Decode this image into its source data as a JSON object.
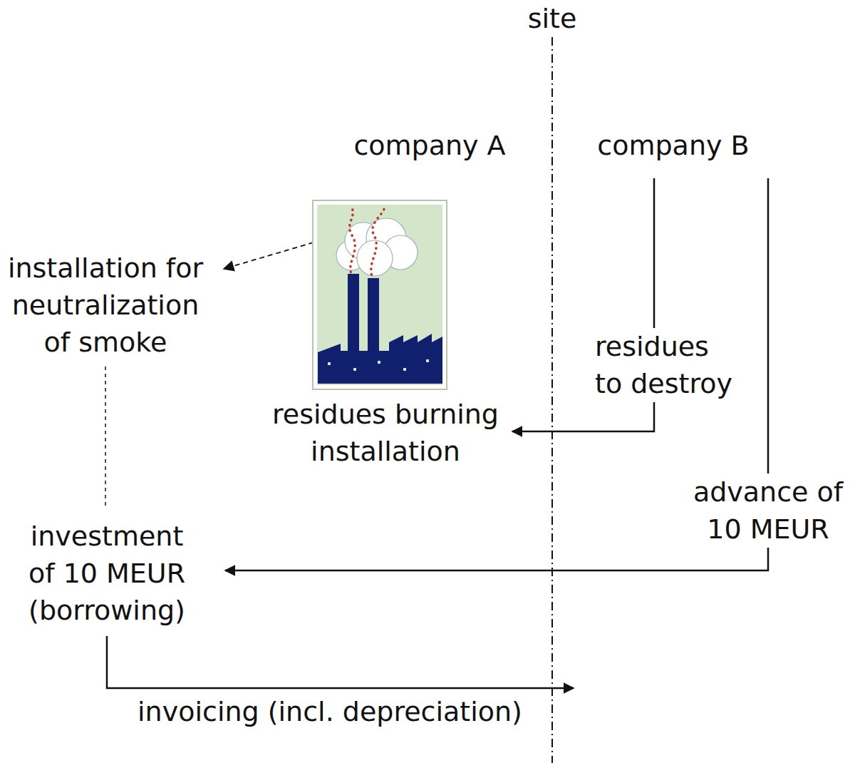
{
  "diagram": {
    "nodes": [
      {
        "text": [
          "company A",
          "company B"
        ]
      },
      {
        "text": [
          "residues burning installation"
        ]
      },
      {
        "text": [
          "installation for neutralization of smoke"
        ]
      },
      {
        "text": [
          "investment of 10 MEUR (borrowing)"
        ]
      }
    ],
    "edges": [
      {
        "from": 0,
        "to": 1,
        "arrow": "to",
        "label": "residues to destroy"
      },
      {
        "from": 1,
        "to": 2,
        "arrow": "to"
      },
      {
        "from": 0,
        "to": 3,
        "arrow": "to",
        "label": "advance of 10 MEUR"
      },
      {
        "from": 2,
        "to": 3,
        "arrow": "none"
      }
    ],
    "labels": [
      "site",
      "invoicing (incl. depreciation)"
    ]
  }
}
